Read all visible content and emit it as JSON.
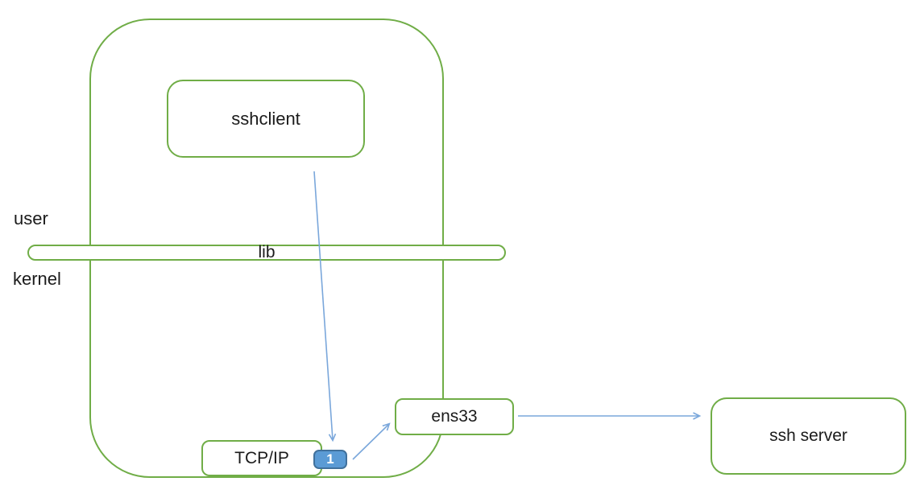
{
  "colors": {
    "green": "#70AD47",
    "badge_fill": "#5B9BD5",
    "badge_border": "#41719C",
    "arrow": "#7AA7DB",
    "text": "#1b1b1b"
  },
  "labels": {
    "user": "user",
    "kernel": "kernel",
    "lib": "lib"
  },
  "nodes": {
    "sshclient": "sshclient",
    "tcpip": "TCP/IP",
    "socket_badge": "1",
    "ens33": "ens33",
    "ssh_server": "ssh server"
  },
  "arrows": [
    {
      "name": "sshclient-to-socket",
      "from": "sshclient",
      "to": "socket 1"
    },
    {
      "name": "socket-to-ens33",
      "from": "socket 1",
      "to": "ens33"
    },
    {
      "name": "ens33-to-ssh-server",
      "from": "ens33",
      "to": "ssh server"
    }
  ]
}
